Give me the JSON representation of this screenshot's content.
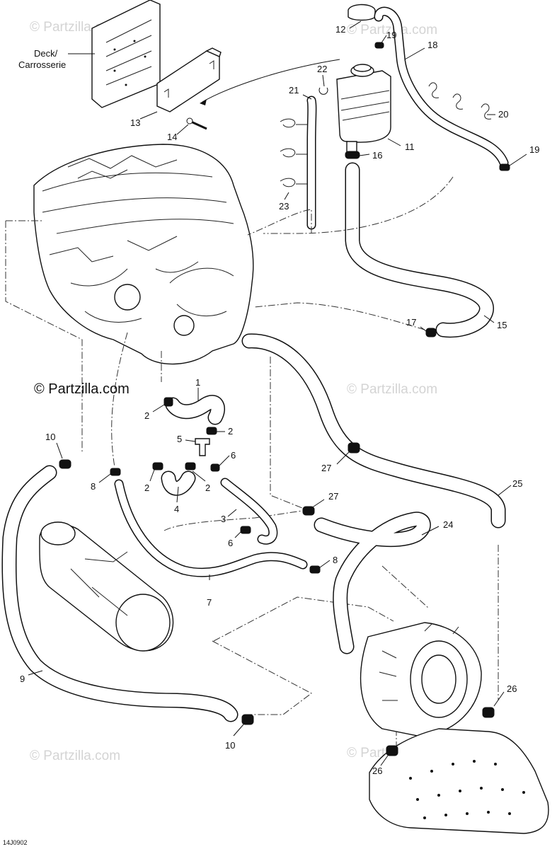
{
  "watermarks": [
    "© Partzilla.com",
    "© Partzilla.com",
    "© Partzilla.com",
    "© Partzilla.com",
    "© Partzilla.com"
  ],
  "brand": "© Partzilla.com",
  "deck_label": [
    "Deck/",
    "Carrosserie"
  ],
  "diagram_code": "14J0902",
  "callouts": [
    "12",
    "19",
    "18",
    "22",
    "21",
    "11",
    "13",
    "14",
    "16",
    "20",
    "19",
    "23",
    "17",
    "15",
    "1",
    "2",
    "2",
    "5",
    "6",
    "10",
    "8",
    "2",
    "2",
    "4",
    "3",
    "6",
    "27",
    "25",
    "27",
    "24",
    "8",
    "7",
    "9",
    "26",
    "10",
    "26"
  ],
  "colors": {
    "line": "#111111",
    "watermark": "#d4d4d4",
    "background": "#ffffff"
  }
}
